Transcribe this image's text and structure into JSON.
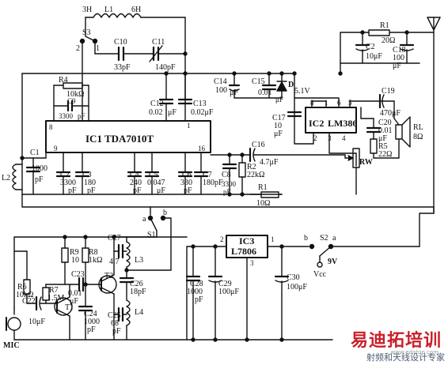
{
  "chips": {
    "ic1": "IC1  TDA7010T",
    "ic2a": "IC2",
    "ic2b": "LM386",
    "ic3a": "IC3",
    "ic3b": "L7806"
  },
  "ic1_pins": {
    "p8": "8",
    "p9": "9",
    "p1": "1",
    "p16": "16"
  },
  "ic2_pins": {
    "p8": "8",
    "p1": "1",
    "p6": "6",
    "p5": "5",
    "p2": "2",
    "p3": "3",
    "p4": "4"
  },
  "ic3_pins": {
    "p1": "1",
    "p2": "2",
    "p3": "3"
  },
  "labels": {
    "l1_3h": "3H",
    "l1_name": "L1",
    "l1_6h": "6H",
    "s3": "S3",
    "s3_2": "2",
    "s3_1": "1",
    "c10": "C10",
    "c10v": "33pF",
    "c11": "C11",
    "c11v": "140pF",
    "r4": "R4",
    "r4v": "10kΩ",
    "c9": "C9",
    "c9v": "3300",
    "c9u": "pF",
    "c12": "C12",
    "c12v": "0.02",
    "c12u": "μF",
    "c13": "C13",
    "c13v": "0.02μF",
    "c14": "C14",
    "c14v": "100",
    "c14u": "μF",
    "c15": "C15",
    "c15v": "0.01",
    "c15u": "μF",
    "d": "D",
    "v51": "5.1V",
    "c17": "C17",
    "c17v": "10",
    "c17u": "μF",
    "r1top": "R1",
    "r1topv": "20Ω",
    "c2top": "C2",
    "c2topv": "10μF",
    "c18": "C18",
    "c18v": "100",
    "c18u": "μF",
    "c19": "C19",
    "c19v": "470μF",
    "c20": "C20",
    "c20v": "0.01",
    "c20u": "μF",
    "rs": "R5",
    "rsv": "22Ω",
    "rl": "RL",
    "rlv": "8Ω",
    "rw": "RW",
    "c16": "C16",
    "c16v": "4.7μF",
    "c1": "C1",
    "c1v": "1000",
    "c1u": "pF",
    "c2": "C2",
    "c2v": "3300",
    "c3": "C3",
    "c3v": "180",
    "c4": "C4",
    "c4v": "240",
    "c5": "C5",
    "c5v": "0.047",
    "c6": "C6",
    "c6v": "330",
    "c7": "C7",
    "c7v": "180pF",
    "c8": "C8",
    "c8v": "3300",
    "c8u": "pF",
    "r2": "R2",
    "r2v": "22kΩ",
    "pf": "pF",
    "mf": "μF",
    "l2": "L2",
    "r1b": "R1",
    "r1bv": "10Ω",
    "s1": "S1",
    "s1a": "a",
    "s1b": "b",
    "r9": "R9",
    "r9v": "10",
    "r8": "R8",
    "r8v": "1kΩ",
    "c27": "C27",
    "c27v": "4.7",
    "l3": "L3",
    "r6": "R6",
    "r6v": "10kΩ",
    "c23": "C23",
    "r7": "R7",
    "r7v": "1.5M",
    "c22": "C22",
    "c22v": "10μF",
    "c23v": "0.01",
    "c23u": "μF",
    "t1": "T1",
    "t2": "T2",
    "c24": "C24",
    "c24v": "1000",
    "c24u": "pF",
    "c26": "C26",
    "c26v": "18pF",
    "c25": "C25",
    "c25v": "68",
    "c25u": "pF",
    "l4": "L4",
    "c28": "C28",
    "c28v": "1000",
    "c28u": "pF",
    "c29": "C29",
    "c29v": "100μF",
    "c30": "C30",
    "c30v": "100μF",
    "s2": "S2",
    "s2a": "a",
    "s2b": "b",
    "v9": "9V",
    "vcc": "Vcc",
    "mic": "MIC"
  },
  "watermark": {
    "title": "易迪拓培训",
    "subtitle": "射频和天线设计专家",
    "url": "www.edatop.com"
  },
  "colors": {
    "ink": "#111111",
    "wm_red": "#c9202a",
    "wm_blue": "#4b5b74"
  }
}
